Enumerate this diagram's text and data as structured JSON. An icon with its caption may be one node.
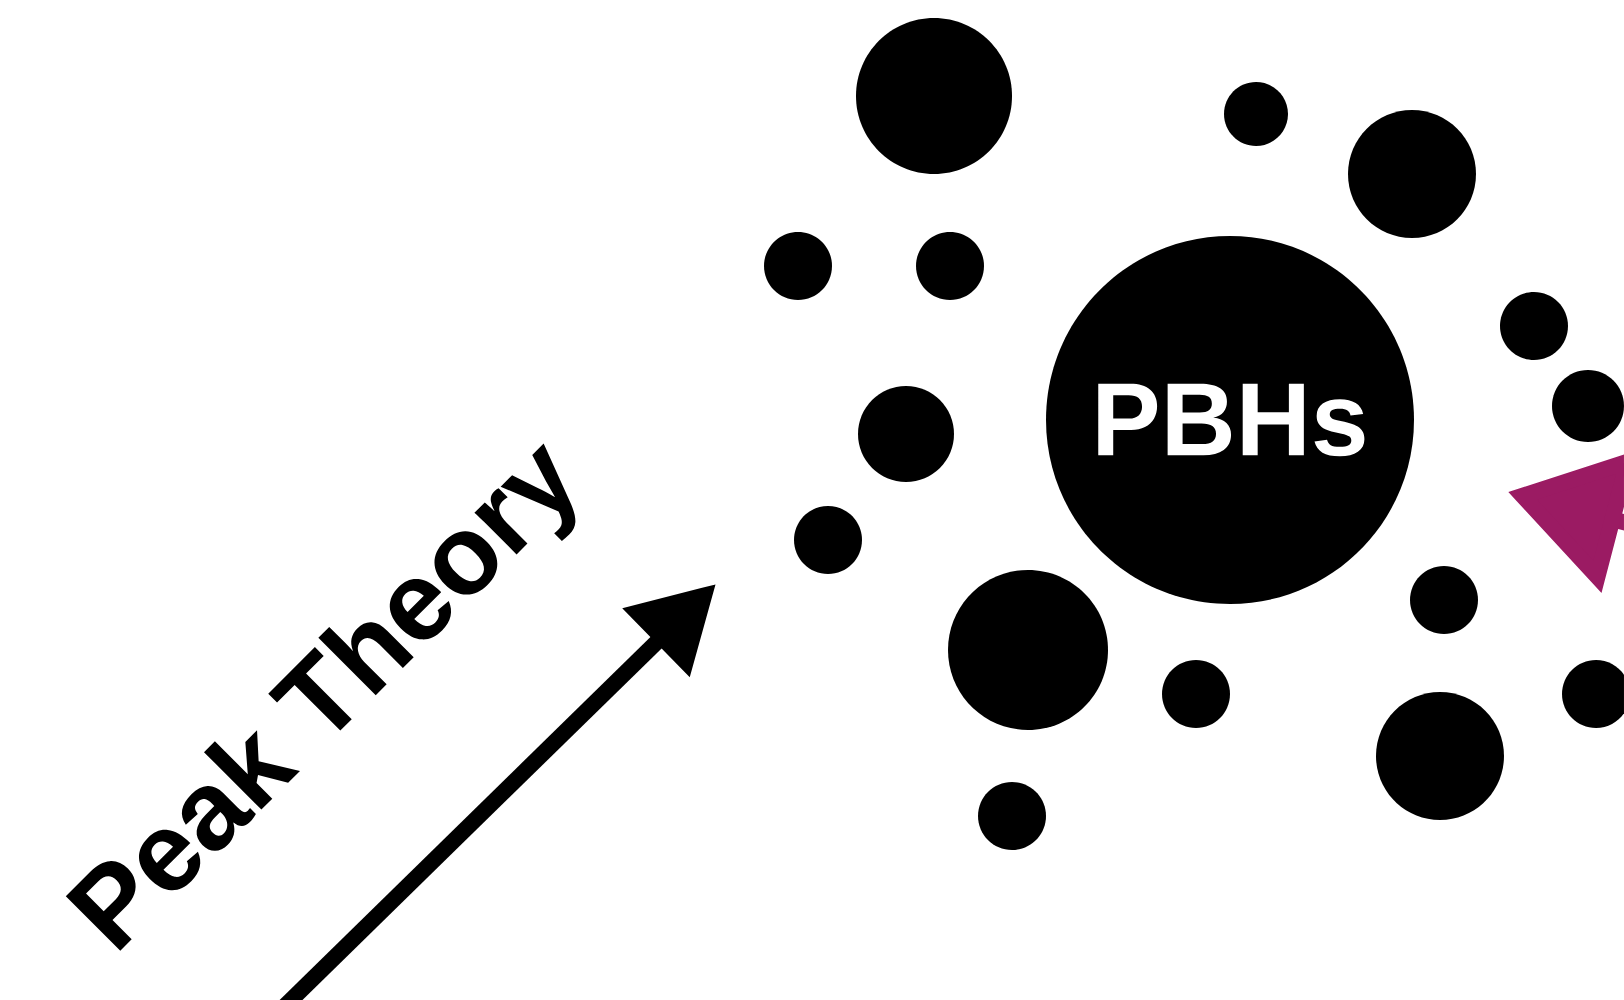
{
  "diagram": {
    "nodes": [
      {
        "text": [
          "PBHs"
        ]
      },
      {
        "text": [],
        "shape": "circle"
      },
      {
        "text": [],
        "shape": "circle"
      },
      {
        "text": [],
        "shape": "circle"
      },
      {
        "text": [],
        "shape": "circle"
      },
      {
        "text": [],
        "shape": "circle"
      },
      {
        "text": [],
        "shape": "circle"
      },
      {
        "text": [],
        "shape": "circle"
      },
      {
        "text": [],
        "shape": "circle"
      },
      {
        "text": [],
        "shape": "circle"
      },
      {
        "text": [],
        "shape": "circle"
      },
      {
        "text": [],
        "shape": "circle"
      },
      {
        "text": [],
        "shape": "circle"
      },
      {
        "text": [],
        "shape": "circle"
      },
      {
        "text": [],
        "shape": "circle"
      },
      {
        "text": [],
        "shape": "circle"
      }
    ],
    "labels": [
      "Peak Theory"
    ]
  }
}
